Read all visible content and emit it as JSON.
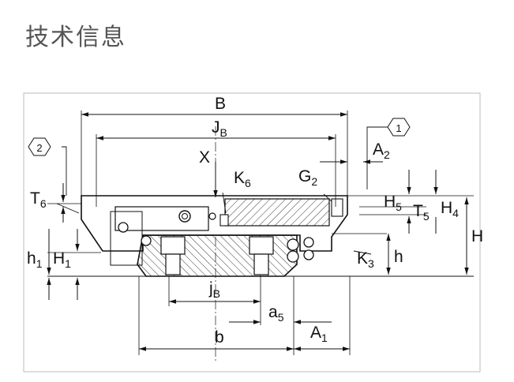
{
  "page": {
    "title": "技术信息"
  },
  "drawing": {
    "callouts": [
      "1",
      "2"
    ],
    "dimensions": {
      "B": {
        "main": "B",
        "sub": ""
      },
      "JB": {
        "main": "J",
        "sub": "B"
      },
      "X": {
        "main": "X",
        "sub": ""
      },
      "K6": {
        "main": "K",
        "sub": "6"
      },
      "G2": {
        "main": "G",
        "sub": "2"
      },
      "A2": {
        "main": "A",
        "sub": "2"
      },
      "T6": {
        "main": "T",
        "sub": "6"
      },
      "H5": {
        "main": "H",
        "sub": "5"
      },
      "T5": {
        "main": "T",
        "sub": "5"
      },
      "H4": {
        "main": "H",
        "sub": "4"
      },
      "H": {
        "main": "H",
        "sub": ""
      },
      "h1": {
        "main": "h",
        "sub": "1"
      },
      "H1": {
        "main": "H",
        "sub": "1"
      },
      "K3": {
        "main": "K",
        "sub": "3"
      },
      "h": {
        "main": "h",
        "sub": ""
      },
      "jB": {
        "main": "j",
        "sub": "B"
      },
      "a5": {
        "main": "a",
        "sub": "5"
      },
      "b": {
        "main": "b",
        "sub": ""
      },
      "A1": {
        "main": "A",
        "sub": "1"
      }
    }
  }
}
